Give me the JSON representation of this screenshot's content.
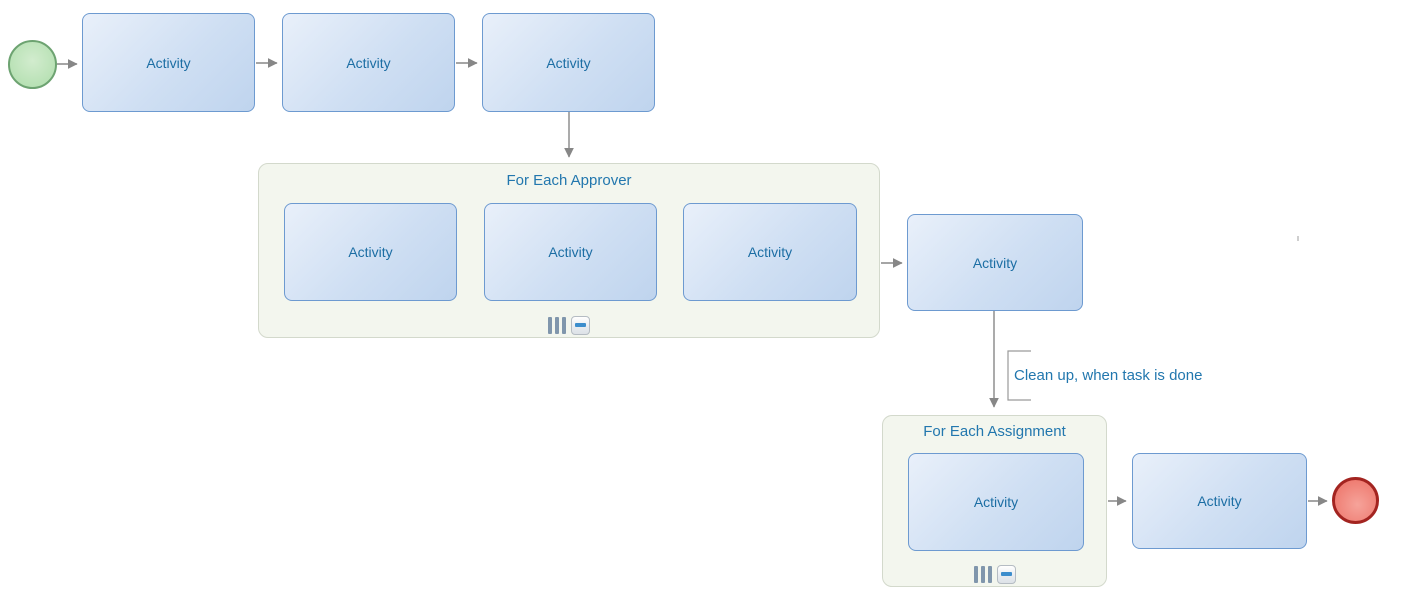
{
  "colors": {
    "activity_fill_light": "#e9f0fa",
    "activity_fill_mid": "#cfdff3",
    "activity_fill_dark": "#bfd4ee",
    "activity_border": "#6d9ad0",
    "activity_text": "#1c6ea4",
    "container_fill": "#f3f6ee",
    "container_border": "#d3d9cc",
    "container_title": "#2277ae",
    "start_fill_light": "#d2ecce",
    "start_fill_dark": "#aeddab",
    "start_border": "#6da371",
    "end_fill_light": "#f6a39a",
    "end_fill_dark": "#ec6f64",
    "end_border": "#a32420",
    "arrow": "#878787",
    "annotation_text": "#2277ae",
    "bracket": "#9a9a9a",
    "marker_bars": "#8096ac",
    "collapse_minus": "#3c8dcc"
  },
  "nodes": {
    "top_row": [
      {
        "label": "Activity"
      },
      {
        "label": "Activity"
      },
      {
        "label": "Activity"
      }
    ],
    "approver_container": {
      "title": "For Each Approver",
      "activities": [
        {
          "label": "Activity"
        },
        {
          "label": "Activity"
        },
        {
          "label": "Activity"
        }
      ]
    },
    "mid_activity": {
      "label": "Activity"
    },
    "assignment_container": {
      "title": "For Each Assignment",
      "activities": [
        {
          "label": "Activity"
        }
      ]
    },
    "final_activity": {
      "label": "Activity"
    }
  },
  "annotation": {
    "text": "Clean up, when task is done"
  }
}
